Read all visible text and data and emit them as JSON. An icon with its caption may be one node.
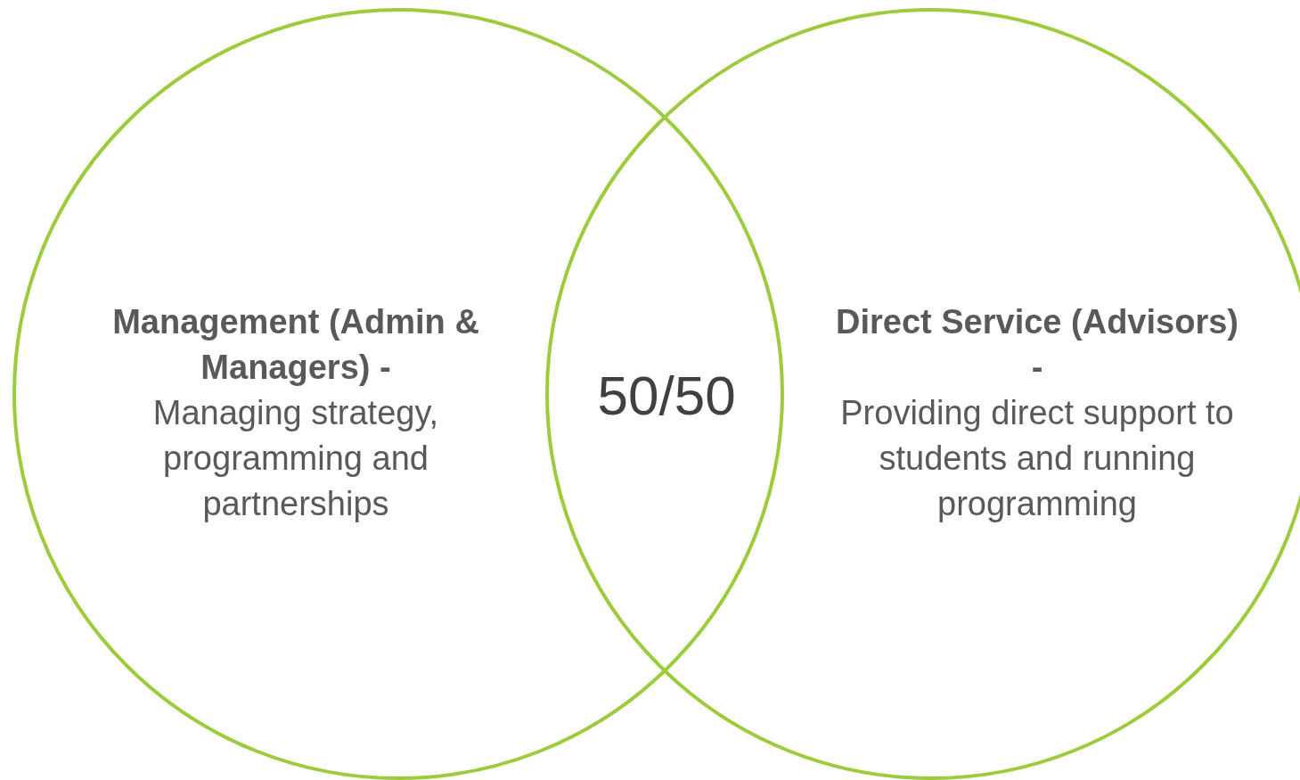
{
  "diagram": {
    "nodes": [
      {
        "text": [
          "Management (Admin & Managers) -",
          "Managing strategy, programming and partnerships"
        ]
      },
      {
        "text": [
          "Direct Service (Advisors) -",
          "Providing direct support to students and running programming"
        ]
      }
    ],
    "labels": [
      "50/50"
    ]
  }
}
